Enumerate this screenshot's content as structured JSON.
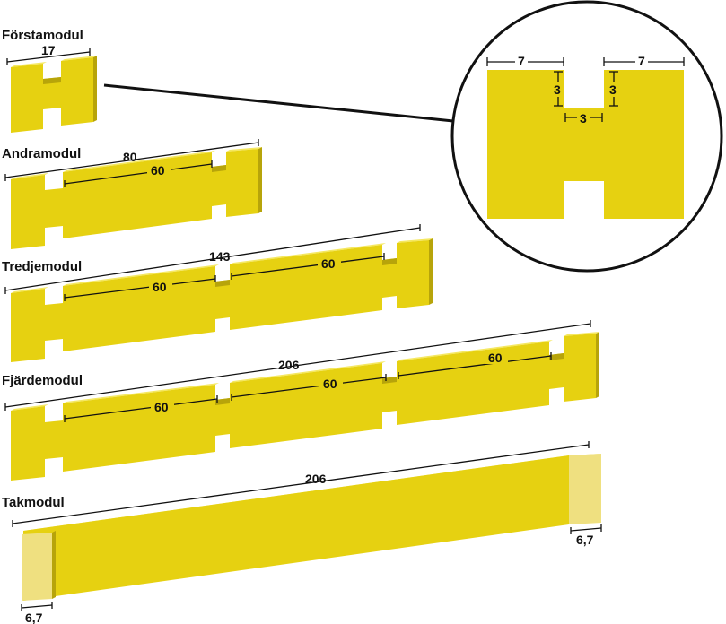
{
  "colors": {
    "beam_front": "#e6d111",
    "beam_top": "#f5e860",
    "beam_side": "#b7a40a",
    "beam_end": "#efe080",
    "line": "#111111",
    "background": "#ffffff"
  },
  "modules": [
    {
      "label": "Förstamodul",
      "length": "17",
      "segments": []
    },
    {
      "label": "Andramodul",
      "length": "80",
      "segments": [
        "60"
      ]
    },
    {
      "label": "Tredjemodul",
      "length": "143",
      "segments": [
        "60",
        "60"
      ]
    },
    {
      "label": "Fjärdemodul",
      "length": "206",
      "segments": [
        "60",
        "60",
        "60"
      ]
    },
    {
      "label": "Takmodul",
      "length": "206",
      "end_width_left": "6,7",
      "end_width_right": "6,7"
    }
  ],
  "detail": {
    "left_width": "7",
    "right_width": "7",
    "left_depth": "3",
    "right_depth": "3",
    "notch_width": "3"
  }
}
